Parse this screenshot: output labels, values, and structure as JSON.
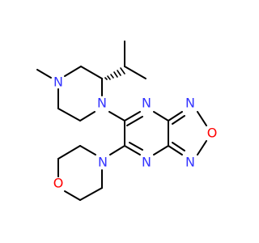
{
  "colors": {
    "bond": "#000000",
    "nitrogen": "#3333ff",
    "oxygen": "#ff0000",
    "background": "#ffffff"
  },
  "atoms": {
    "n_piperazine_top": {
      "symbol": "N",
      "element": "nitrogen"
    },
    "n_piperazine_bottom": {
      "symbol": "N",
      "element": "nitrogen"
    },
    "n_pyrazine_top": {
      "symbol": "N",
      "element": "nitrogen"
    },
    "n_pyrazine_bottom": {
      "symbol": "N",
      "element": "nitrogen"
    },
    "n_oxadiazole_top": {
      "symbol": "N",
      "element": "nitrogen"
    },
    "n_oxadiazole_bottom": {
      "symbol": "N",
      "element": "nitrogen"
    },
    "o_oxadiazole": {
      "symbol": "O",
      "element": "oxygen"
    },
    "n_morpholine": {
      "symbol": "N",
      "element": "nitrogen"
    },
    "o_morpholine": {
      "symbol": "O",
      "element": "oxygen"
    }
  }
}
